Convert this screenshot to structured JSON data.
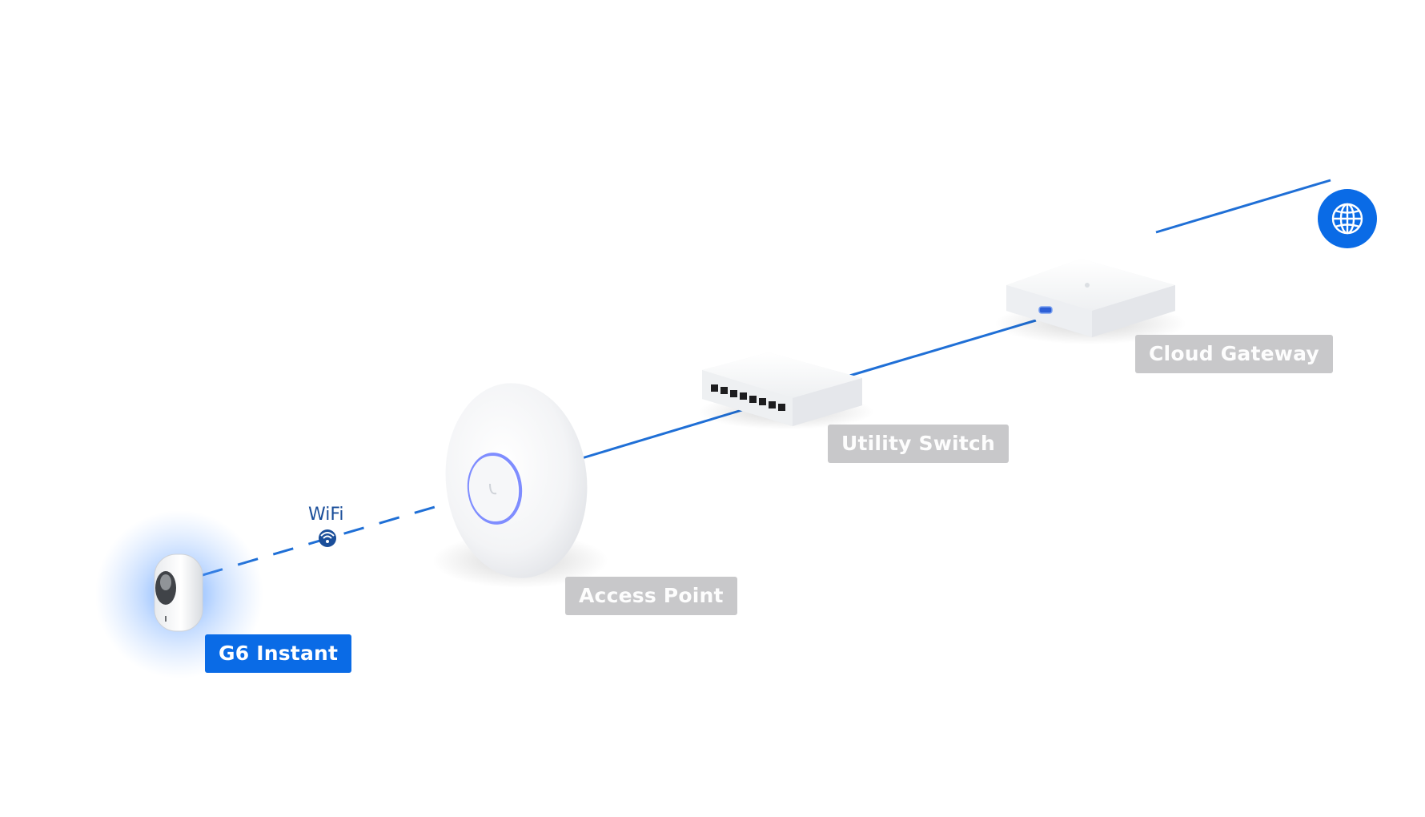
{
  "devices": {
    "camera": {
      "label": "G6 Instant",
      "state": "active"
    },
    "access_point": {
      "label": "Access Point",
      "state": "inactive"
    },
    "switch": {
      "label": "Utility Switch",
      "state": "inactive"
    },
    "gateway": {
      "label": "Cloud Gateway",
      "state": "inactive"
    },
    "internet": {
      "icon": "globe-icon"
    }
  },
  "links": {
    "wifi": {
      "label": "WiFi",
      "icon": "wifi-icon",
      "style": "dashed"
    },
    "wired": {
      "style": "solid"
    }
  },
  "colors": {
    "accent": "#0a6be6",
    "link": "#1f6fd6",
    "label_inactive": "#c8c8ca",
    "wifi_text": "#1a4e9a"
  }
}
